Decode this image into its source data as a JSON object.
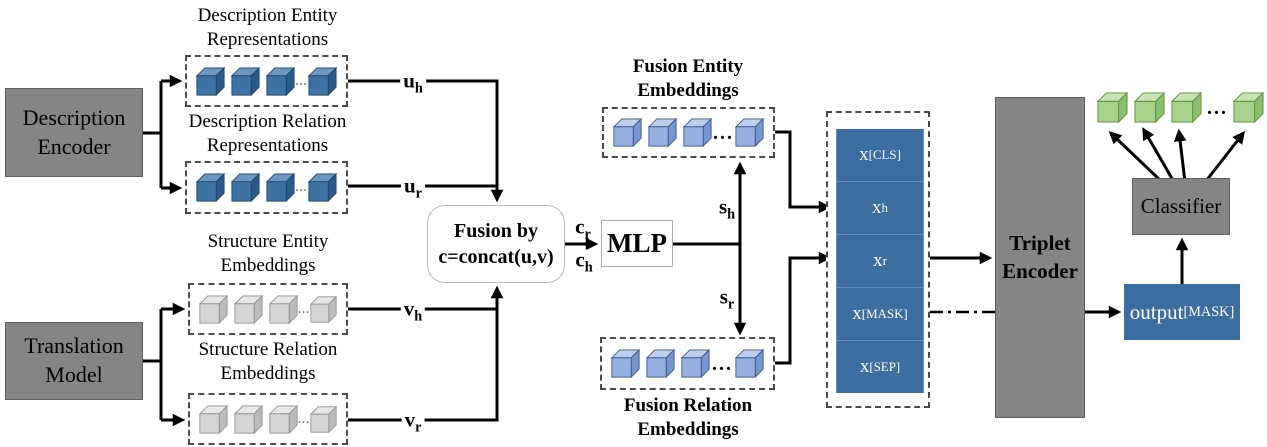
{
  "colors": {
    "gray_box": "#858585",
    "gray_border": "#5f5f5f",
    "cell_blue": "#3b6da0",
    "cell_sep": "#6790b8",
    "dash_color": "#4a4a4a",
    "line_color": "#000000"
  },
  "cube_palettes": {
    "darkblue": {
      "front": "#3d72a3",
      "top": "#6b97c1",
      "side": "#2b5988",
      "edge": "#1f4468"
    },
    "gray": {
      "front": "#d4d4d4",
      "top": "#e7e7e7",
      "side": "#bcbcbc",
      "edge": "#8f8f8f"
    },
    "lightblue": {
      "front": "#93b0e0",
      "top": "#bdceee",
      "side": "#7795cf",
      "edge": "#3c5488"
    },
    "green": {
      "front": "#a9d18e",
      "top": "#c8e2b4",
      "side": "#8abf6d",
      "edge": "#5a8f3c"
    }
  },
  "ellipsis": "...",
  "nodes": {
    "description_encoder": "Description Encoder",
    "translation_model": "Translation Model",
    "fusion_line1": "Fusion by",
    "fusion_line2": "c=concat(u,v)",
    "mlp": "MLP",
    "triplet_encoder": "Triplet Encoder",
    "classifier": "Classifier",
    "output": {
      "main": "output",
      "sub": "[MASK]"
    }
  },
  "strips": {
    "desc_entity": {
      "title": "Description Entity Representations",
      "palette": "darkblue",
      "cubes_before": 3,
      "cubes_after": 1
    },
    "desc_relation": {
      "title": "Description Relation Representations",
      "palette": "darkblue",
      "cubes_before": 3,
      "cubes_after": 1
    },
    "struct_entity": {
      "title": "Structure Entity Embeddings",
      "palette": "gray",
      "cubes_before": 3,
      "cubes_after": 1
    },
    "struct_relation": {
      "title": "Structure Relation Embeddings",
      "palette": "gray",
      "cubes_before": 3,
      "cubes_after": 1
    },
    "fusion_entity": {
      "title": "Fusion Entity Embeddings",
      "palette": "lightblue",
      "cubes_before": 3,
      "cubes_after": 1
    },
    "fusion_relation": {
      "title": "Fusion Relation Embeddings",
      "palette": "lightblue",
      "cubes_before": 3,
      "cubes_after": 1
    }
  },
  "output_cubes": {
    "palette": "green",
    "cubes_before": 3,
    "cubes_after": 1
  },
  "edge_labels": {
    "uh": {
      "main": "u",
      "sub": "h"
    },
    "ur": {
      "main": "u",
      "sub": "r"
    },
    "vh": {
      "main": "v",
      "sub": "h"
    },
    "vr": {
      "main": "v",
      "sub": "r"
    },
    "cr": {
      "main": "c",
      "sub": "r"
    },
    "ch": {
      "main": "c",
      "sub": "h"
    },
    "sh": {
      "main": "s",
      "sub": "h"
    },
    "sr": {
      "main": "s",
      "sub": "r"
    }
  },
  "stack": {
    "tokens": [
      {
        "main": "x",
        "sub": "[CLS]"
      },
      {
        "main": "x",
        "sub": "h"
      },
      {
        "main": "x",
        "sub": "r"
      },
      {
        "main": "x",
        "sub": "[MASK]"
      },
      {
        "main": "x",
        "sub": "[SEP]"
      }
    ]
  }
}
